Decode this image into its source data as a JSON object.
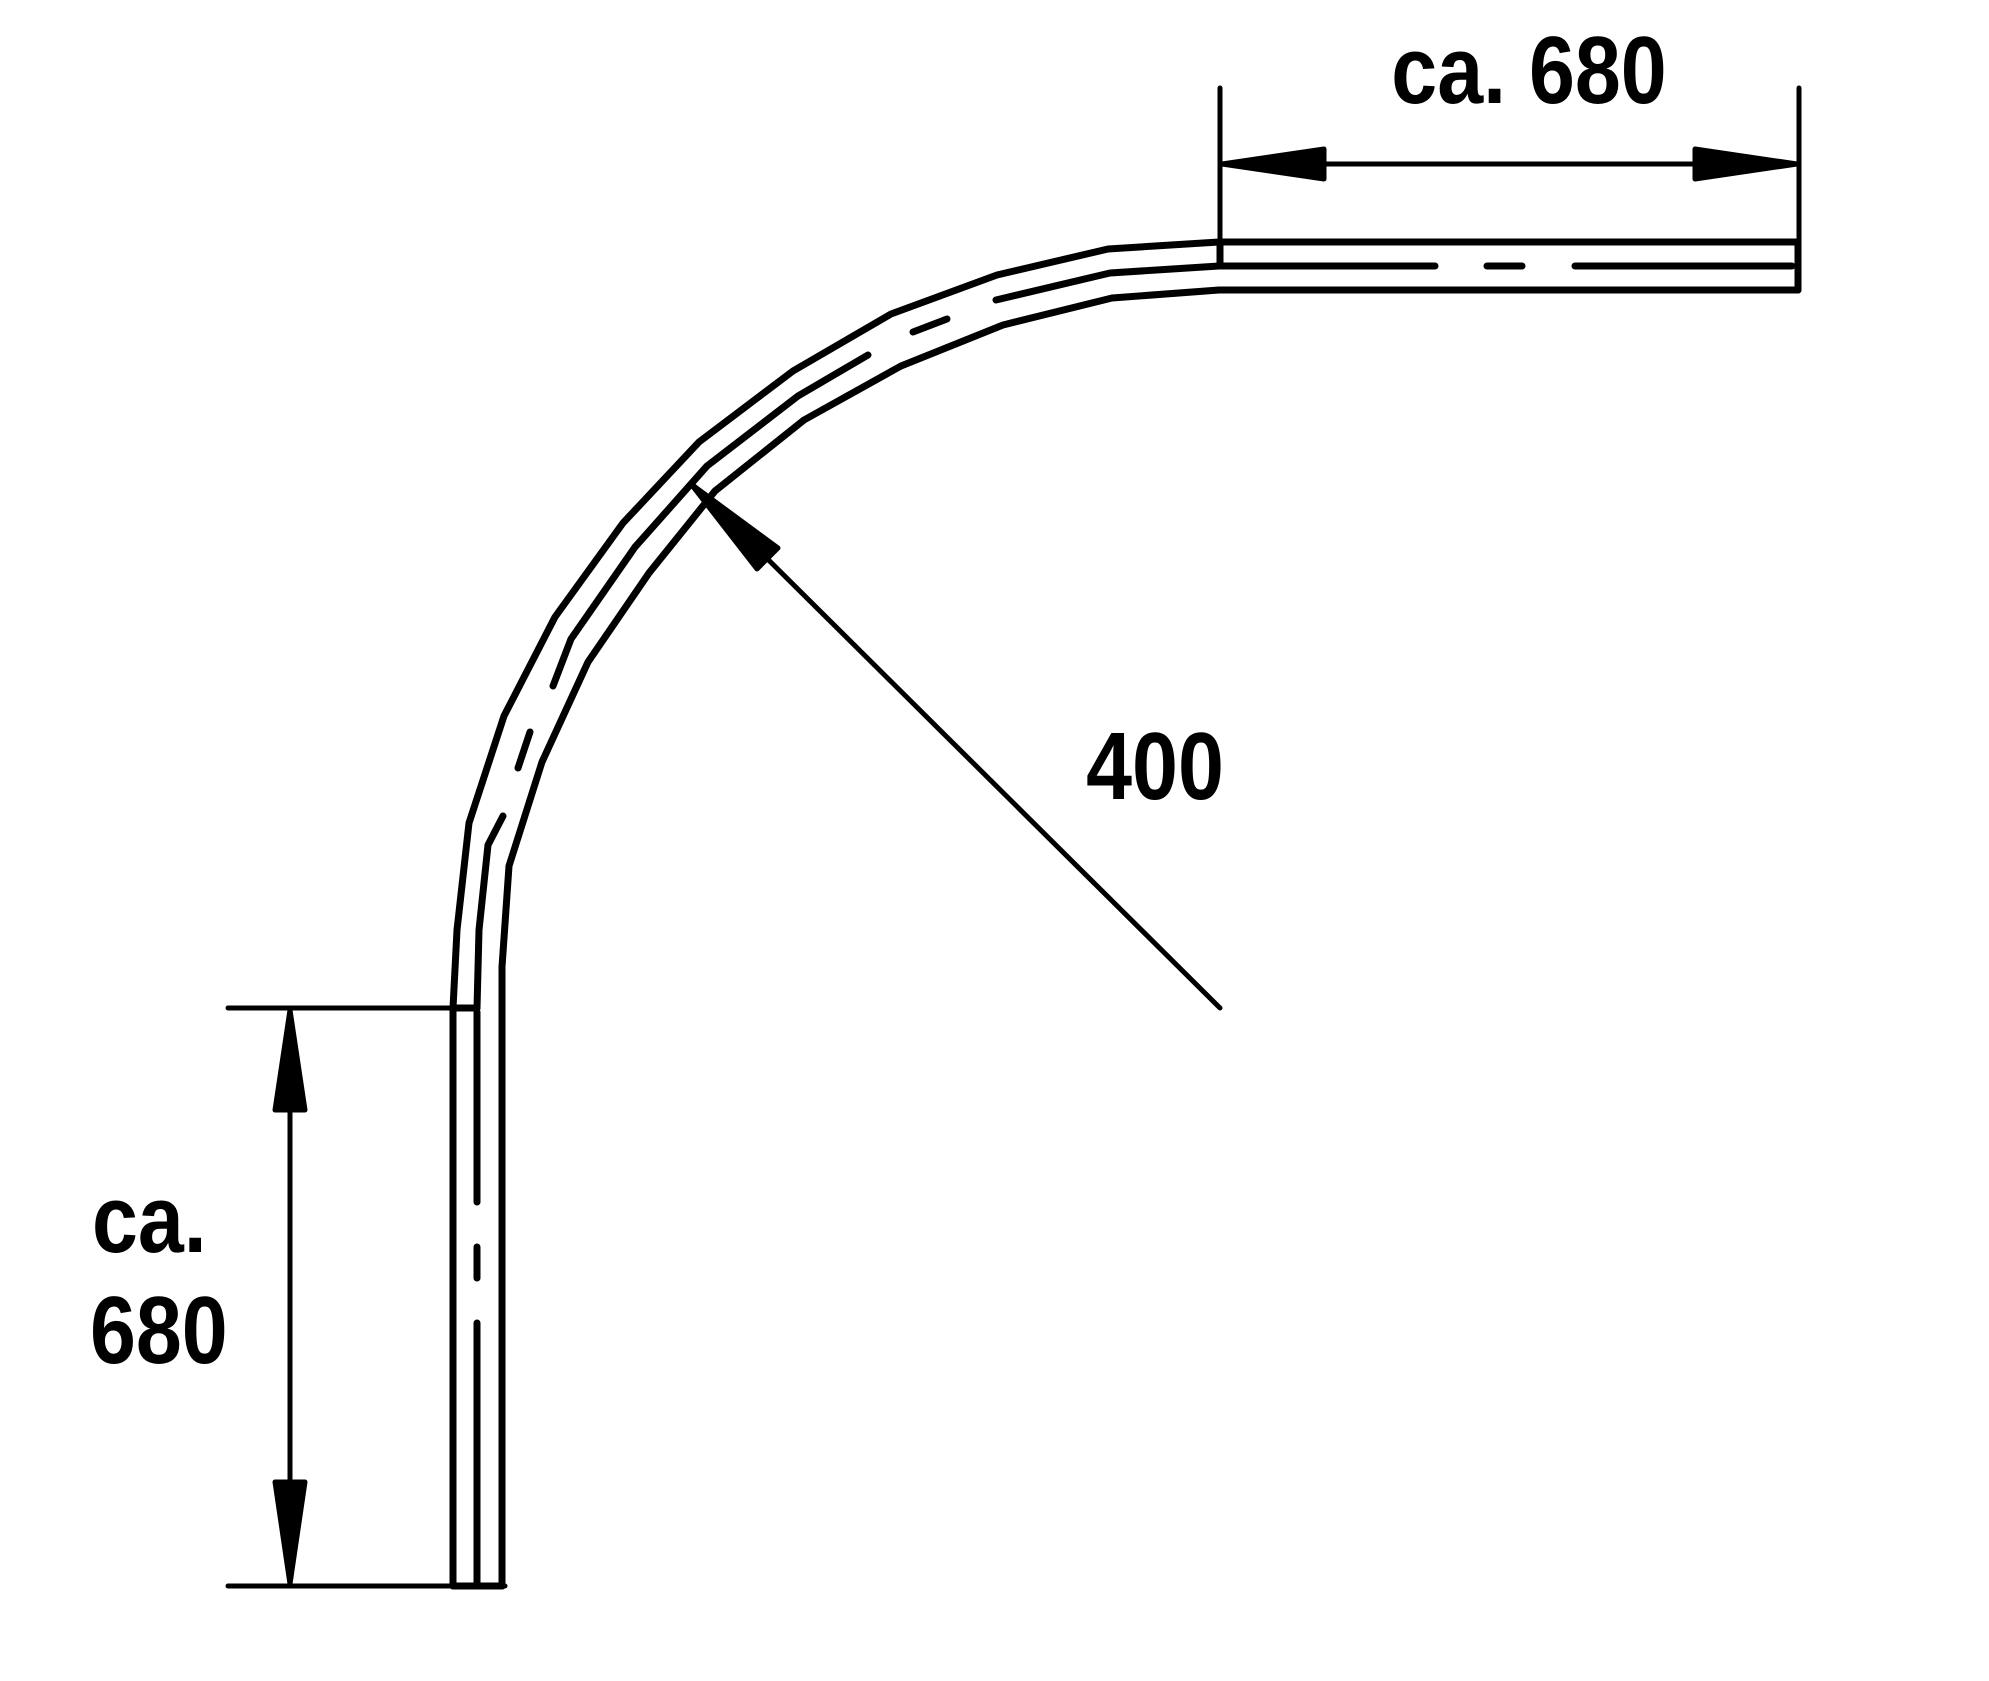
{
  "drawing": {
    "title": "Cable tray 90° bend dimension drawing",
    "colors": {
      "line": "#000000",
      "background": "#ffffff"
    },
    "dimensions": {
      "horizontal_leg": {
        "label": "ca. 680"
      },
      "vertical_leg": {
        "label_line1": "ca.",
        "label_line2": "680"
      },
      "bend_radius": {
        "label": "400"
      }
    }
  }
}
